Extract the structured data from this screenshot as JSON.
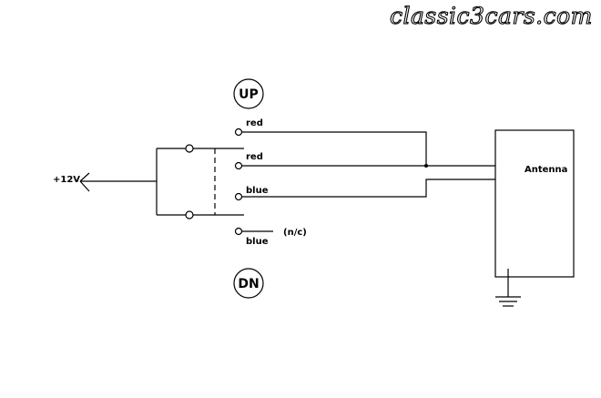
{
  "watermark": "classic3cars.com",
  "labels": {
    "supply": "+12V",
    "up": "UP",
    "down": "DN",
    "wire_red_1": "red",
    "wire_red_2": "red",
    "wire_blue_1": "blue",
    "wire_blue_2": "blue",
    "not_connected": "(n/c)",
    "antenna": "Antenna"
  }
}
